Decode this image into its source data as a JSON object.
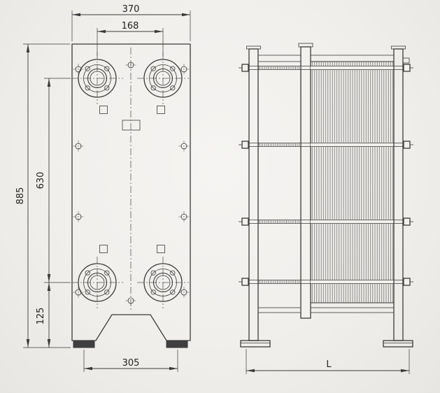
{
  "drawing": {
    "title": "plate-heat-exchanger-dimension-drawing",
    "front_view": {
      "dim_overall_width": "370",
      "dim_port_spacing_h": "168",
      "dim_overall_height": "885",
      "dim_port_spacing_v": "630",
      "dim_port_to_base": "125",
      "dim_foot_width": "305"
    },
    "side_view": {
      "dim_length": "L"
    },
    "colors": {
      "background": "#f1efec",
      "line": "#3a3a3a",
      "text": "#222222"
    }
  }
}
